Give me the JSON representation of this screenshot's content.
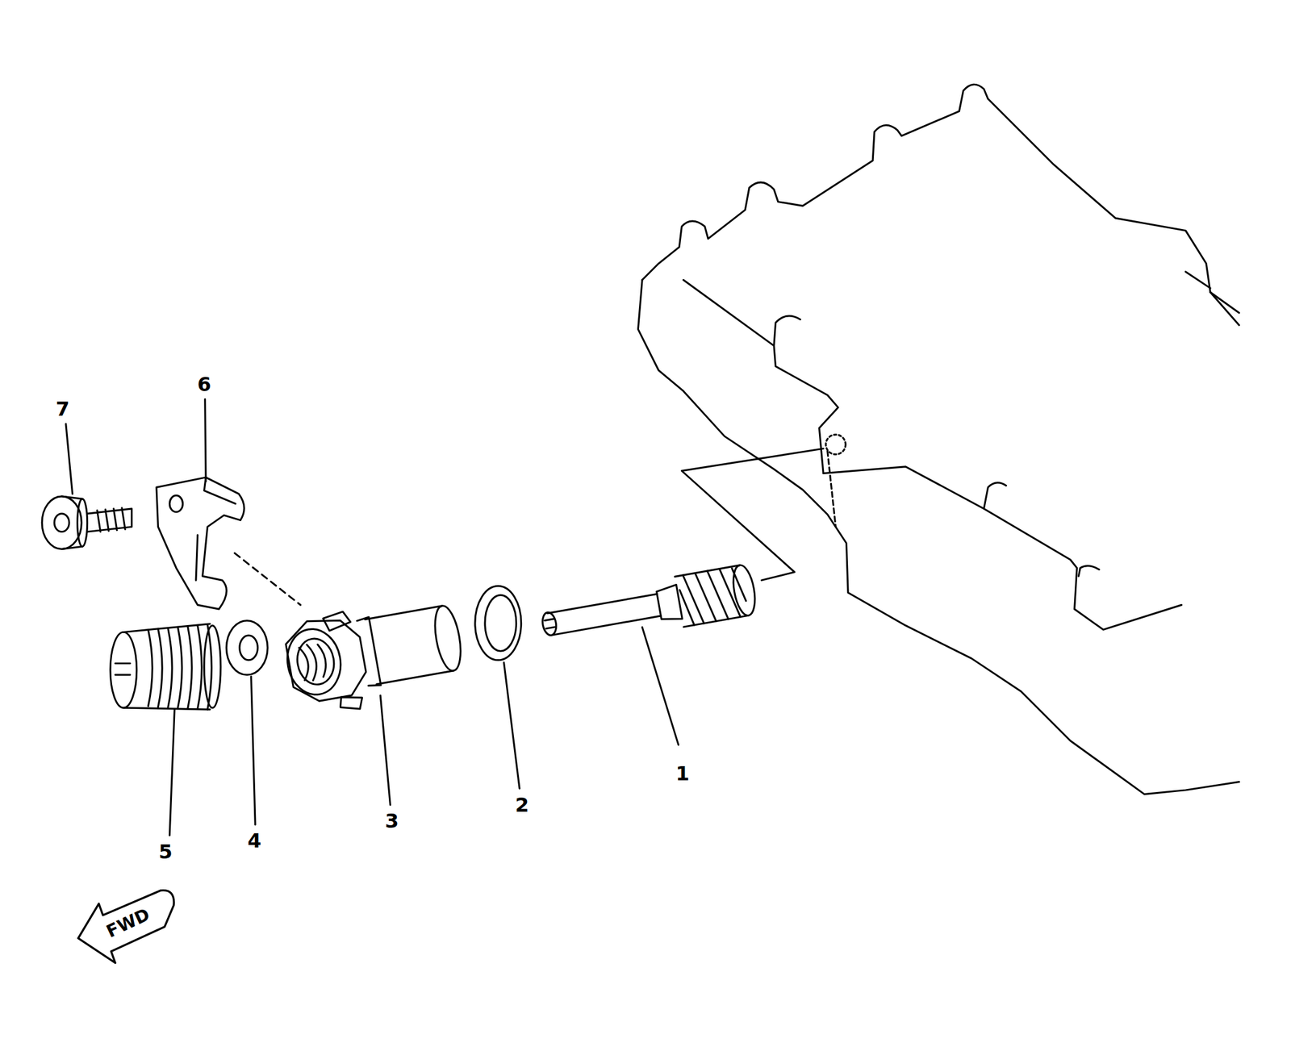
{
  "diagram": {
    "labels": [
      "7",
      "6",
      "5",
      "4",
      "3",
      "2",
      "1",
      "FWD"
    ]
  }
}
